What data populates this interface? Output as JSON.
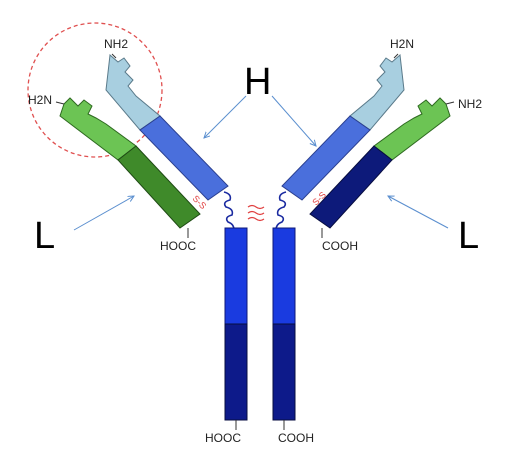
{
  "labels": {
    "heavy": "H",
    "light_left": "L",
    "light_right": "L"
  },
  "termini": {
    "nh2_heavy_left": "NH2",
    "nh2_heavy_right": "H2N",
    "nh2_light_left": "H2N",
    "nh2_light_right": "NH2",
    "cooh_light_left": "HOOC",
    "cooh_light_right": "COOH",
    "cooh_heavy_left": "HOOC",
    "cooh_heavy_right": "COOH"
  },
  "disulfide_label": "S-S",
  "colors": {
    "heavy_variable": "#a8cfe0",
    "heavy_ch1": "#4a6fdc",
    "heavy_fc_upper": "#1a3be0",
    "heavy_fc_lower": "#0d1a8a",
    "light_variable": "#6cc454",
    "light_constant_left": "#3f8a2a",
    "light_constant_right": "#0d1a7a",
    "arrow": "#5b8fcf",
    "disulfide": "#e04040",
    "highlight_circle": "#e05050",
    "hinge": "#1a2aa0"
  }
}
